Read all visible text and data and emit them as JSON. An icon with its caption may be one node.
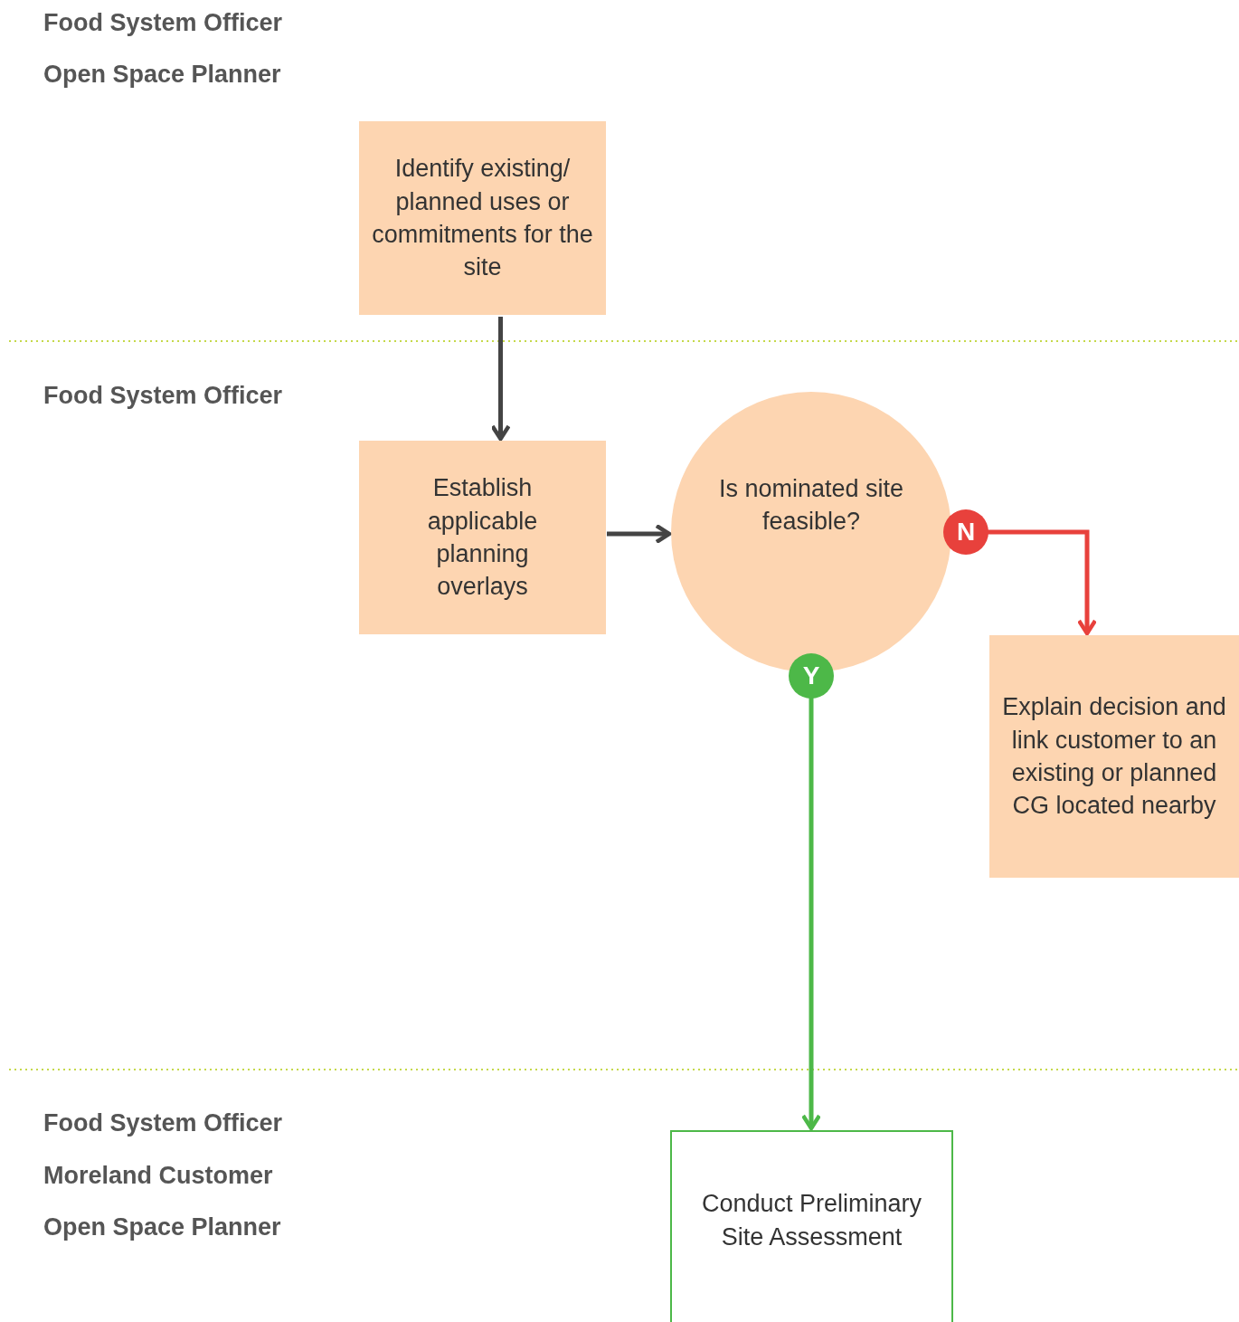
{
  "diagram": {
    "nodes": [
      {
        "text": [
          "Identify existing/ planned uses or commitments for the site"
        ]
      },
      {
        "text": [
          "Establish applicable planning overlays"
        ]
      },
      {
        "text": [
          "Is nominated site feasible?"
        ]
      },
      {
        "text": [
          "Explain decision and link customer to an existing or planned CG located nearby"
        ]
      },
      {
        "text": [
          "Conduct Preliminary Site Assessment"
        ]
      }
    ],
    "edges": [
      {
        "from": 0,
        "to": 1,
        "arrow": "to"
      },
      {
        "from": 1,
        "to": 2,
        "arrow": "to"
      },
      {
        "from": 2,
        "to": 3,
        "arrow": "to",
        "label": "N",
        "color": "#e8413c"
      },
      {
        "from": 2,
        "to": 4,
        "arrow": "to",
        "label": "Y",
        "color": "#4db848"
      }
    ],
    "labels": [
      "Food System Officer",
      "Open Space Planner",
      "Food System Officer",
      "Food System Officer",
      "Moreland Customer",
      "Open Space Planner"
    ]
  }
}
